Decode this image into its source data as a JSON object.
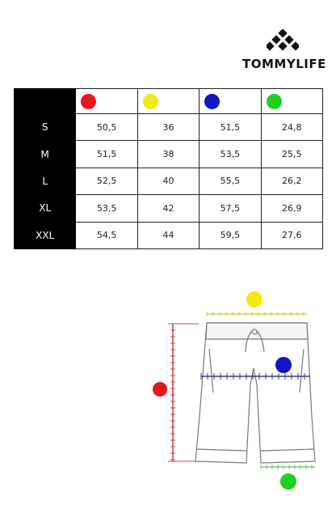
{
  "brand": {
    "name": "TOMMYLIFE"
  },
  "colors": {
    "red": "#e8161c",
    "yellow": "#f3ea13",
    "blue": "#1313c9",
    "green": "#1fd11f"
  },
  "table": {
    "columns": [
      "red",
      "yellow",
      "blue",
      "green"
    ],
    "rows": [
      {
        "size": "S",
        "values": [
          "50,5",
          "36",
          "51,5",
          "24,8"
        ]
      },
      {
        "size": "M",
        "values": [
          "51,5",
          "38",
          "53,5",
          "25,5"
        ]
      },
      {
        "size": "L",
        "values": [
          "52,5",
          "40",
          "55,5",
          "26,2"
        ]
      },
      {
        "size": "XL",
        "values": [
          "53,5",
          "42",
          "57,5",
          "26,9"
        ]
      },
      {
        "size": "XXL",
        "values": [
          "54,5",
          "44",
          "59,5",
          "27,6"
        ]
      }
    ]
  },
  "diagram": {
    "item": "shorts",
    "measurements": [
      "yellow-waist",
      "blue-hip",
      "red-length",
      "green-leg-opening"
    ]
  }
}
